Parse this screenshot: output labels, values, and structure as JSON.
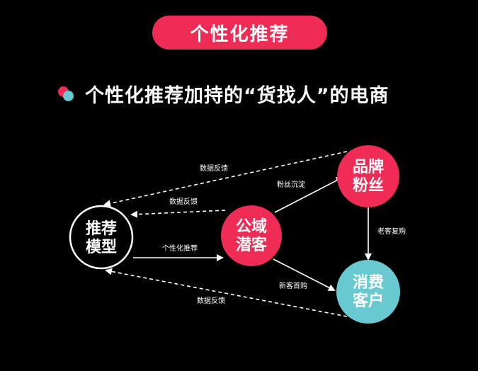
{
  "header": {
    "title": "个性化推荐"
  },
  "subtitle": {
    "text": "个性化推荐加持的“货找人”的电商"
  },
  "colors": {
    "accent_red": "#ee2c55",
    "accent_teal": "#69c9d0",
    "background": "#000000"
  },
  "nodes": {
    "model": {
      "line1": "推荐",
      "line2": "模型"
    },
    "public": {
      "line1": "公域",
      "line2": "潜客"
    },
    "fans": {
      "line1": "品牌",
      "line2": "粉丝"
    },
    "consumer": {
      "line1": "消费",
      "line2": "客户"
    }
  },
  "edges": {
    "fans_to_model": "数据反馈",
    "public_to_model": "数据反馈",
    "model_to_public": "个性化推荐",
    "public_to_fans": "粉丝沉淀",
    "fans_to_consumer": "老客复购",
    "public_to_consumer": "新客首购",
    "consumer_to_model": "数据反馈"
  }
}
